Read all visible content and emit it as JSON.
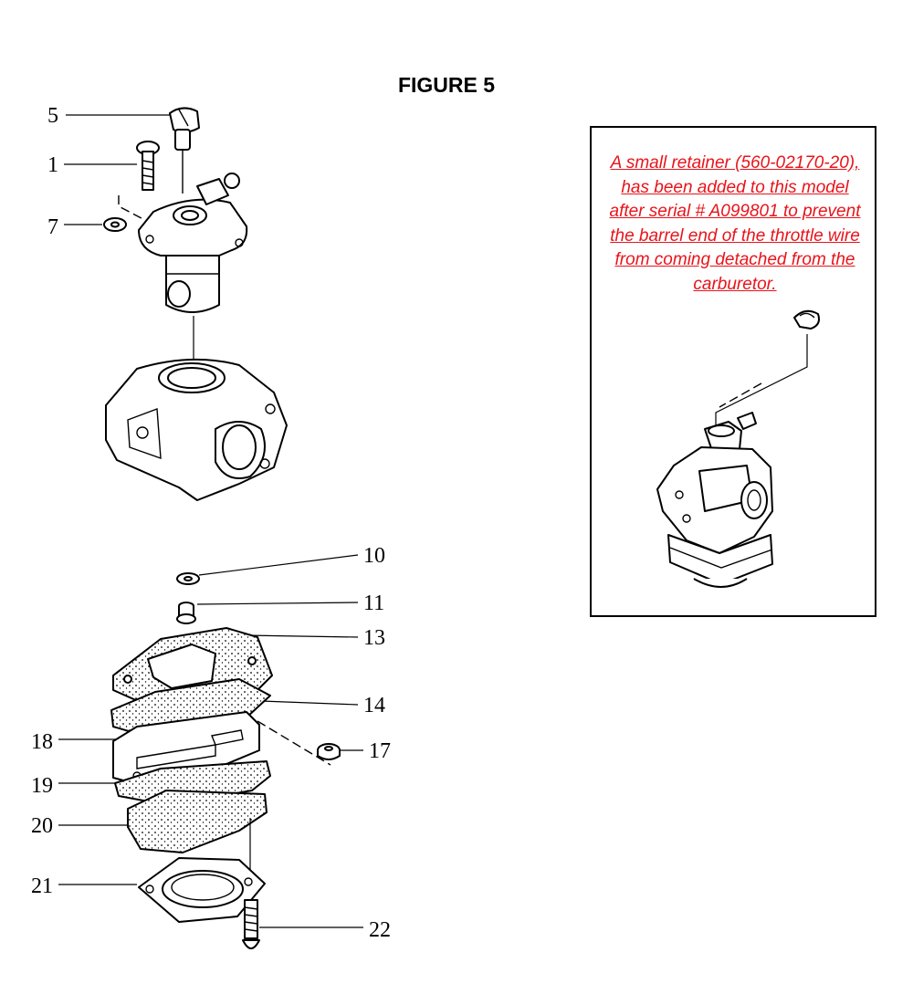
{
  "figure_title": "FIGURE 5",
  "callouts": [
    "5",
    "1",
    "7",
    "10",
    "11",
    "13",
    "14",
    "17",
    "18",
    "19",
    "20",
    "21",
    "22"
  ],
  "note": {
    "text": "A small retainer (560-02170-20), has been added to this model after serial # A099801 to prevent the barrel end of the throttle wire from coming detached from the carburetor.",
    "color": "#e8141b"
  }
}
